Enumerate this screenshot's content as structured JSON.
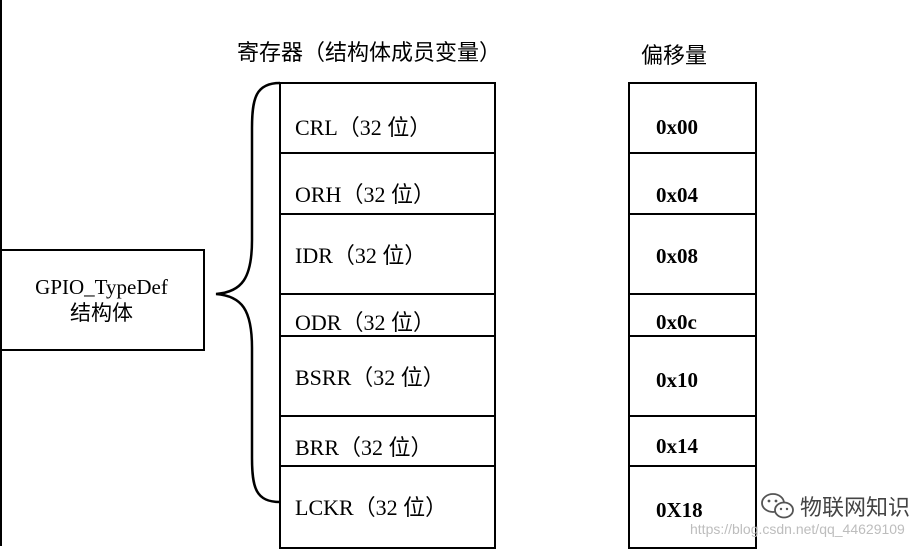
{
  "headings": {
    "registers": "寄存器（结构体成员变量）",
    "offset": "偏移量"
  },
  "struct": {
    "line1": "GPIO_TypeDef",
    "line2": "结构体"
  },
  "registers": [
    {
      "label": "CRL（32 位）",
      "offset": "0x00"
    },
    {
      "label": "ORH（32 位）",
      "offset": "0x04"
    },
    {
      "label": "IDR（32 位）",
      "offset": "0x08"
    },
    {
      "label": "ODR（32 位）",
      "offset": "0x0c"
    },
    {
      "label": "BSRR（32 位）",
      "offset": "0x10"
    },
    {
      "label": "BRR（32 位）",
      "offset": "0x14"
    },
    {
      "label": "LCKR（32 位）",
      "offset": "0X18"
    }
  ],
  "watermark": {
    "brand": "物联网知识",
    "url": "https://blog.csdn.net/qq_44629109",
    "logo_icon": "wechat-icon"
  }
}
